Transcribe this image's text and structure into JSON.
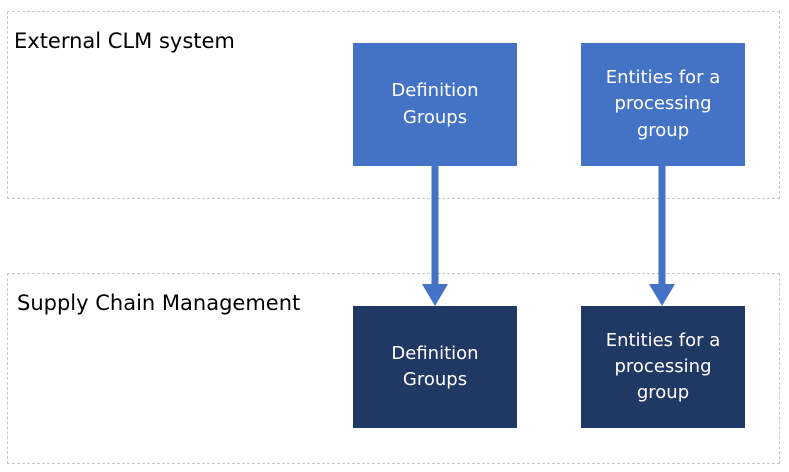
{
  "regions": {
    "top": {
      "label": "External CLM system",
      "boxes": [
        {
          "line1": "Definition",
          "line2": "Groups",
          "line3": ""
        },
        {
          "line1": "Entities for a",
          "line2": "processing",
          "line3": "group"
        }
      ]
    },
    "bottom": {
      "label": "Supply Chain Management",
      "boxes": [
        {
          "line1": "Definition",
          "line2": "Groups",
          "line3": ""
        },
        {
          "line1": "Entities for a",
          "line2": "processing",
          "line3": "group"
        }
      ]
    }
  },
  "colors": {
    "source_box": "#4472c4",
    "target_box": "#203864",
    "arrow": "#4472c4",
    "region_border": "#c9c9c9"
  }
}
